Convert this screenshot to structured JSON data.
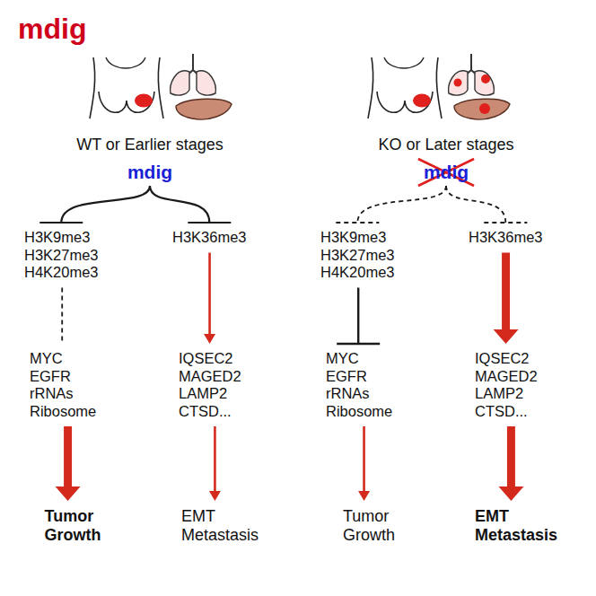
{
  "diagram": {
    "nodes": [
      {
        "text": [
          "mdig"
        ]
      },
      {
        "text": [
          "WT or Earlier stages"
        ]
      },
      {
        "text": [
          "mdig"
        ],
        "in": 1
      },
      {
        "text": [
          "H3K9me3 H3K27me3 H4K20me3"
        ],
        "in": 1
      },
      {
        "text": [
          "H3K36me3"
        ],
        "in": 1
      },
      {
        "text": [
          "MYC EGFR rRNAs Ribosome"
        ],
        "in": 1
      },
      {
        "text": [
          "IQSEC2 MAGED2 LAMP2 CTSD..."
        ],
        "in": 1
      },
      {
        "text": [
          "Tumor Growth"
        ],
        "in": 1
      },
      {
        "text": [
          "EMT Metastasis"
        ],
        "in": 1
      },
      {
        "text": [
          "KO or Later stages"
        ]
      },
      {
        "text": [
          "mdig"
        ],
        "in": 9
      },
      {
        "text": [
          "H3K9me3 H3K27me3 H4K20me3"
        ],
        "in": 9
      },
      {
        "text": [
          "H3K36me3"
        ],
        "in": 9
      },
      {
        "text": [
          "MYC EGFR rRNAs Ribosome"
        ],
        "in": 9
      },
      {
        "text": [
          "IQSEC2 MAGED2 LAMP2 CTSD..."
        ],
        "in": 9
      },
      {
        "text": [
          "Tumor Growth"
        ],
        "in": 9
      },
      {
        "text": [
          "EMT Metastasis"
        ],
        "in": 9
      }
    ],
    "edges": [
      {
        "from": 2,
        "to": 3,
        "arrow": "to"
      },
      {
        "from": 2,
        "to": 4,
        "arrow": "to"
      },
      {
        "from": 3,
        "to": 5,
        "arrow": "none"
      },
      {
        "from": 4,
        "to": 6,
        "arrow": "to"
      },
      {
        "from": 5,
        "to": 7,
        "arrow": "to"
      },
      {
        "from": 6,
        "to": 8,
        "arrow": "to"
      },
      {
        "from": 10,
        "to": 11,
        "arrow": "to"
      },
      {
        "from": 10,
        "to": 12,
        "arrow": "to"
      },
      {
        "from": 11,
        "to": 13,
        "arrow": "to"
      },
      {
        "from": 12,
        "to": 14,
        "arrow": "to"
      },
      {
        "from": 13,
        "to": 15,
        "arrow": "to"
      },
      {
        "from": 14,
        "to": 16,
        "arrow": "to"
      }
    ]
  }
}
